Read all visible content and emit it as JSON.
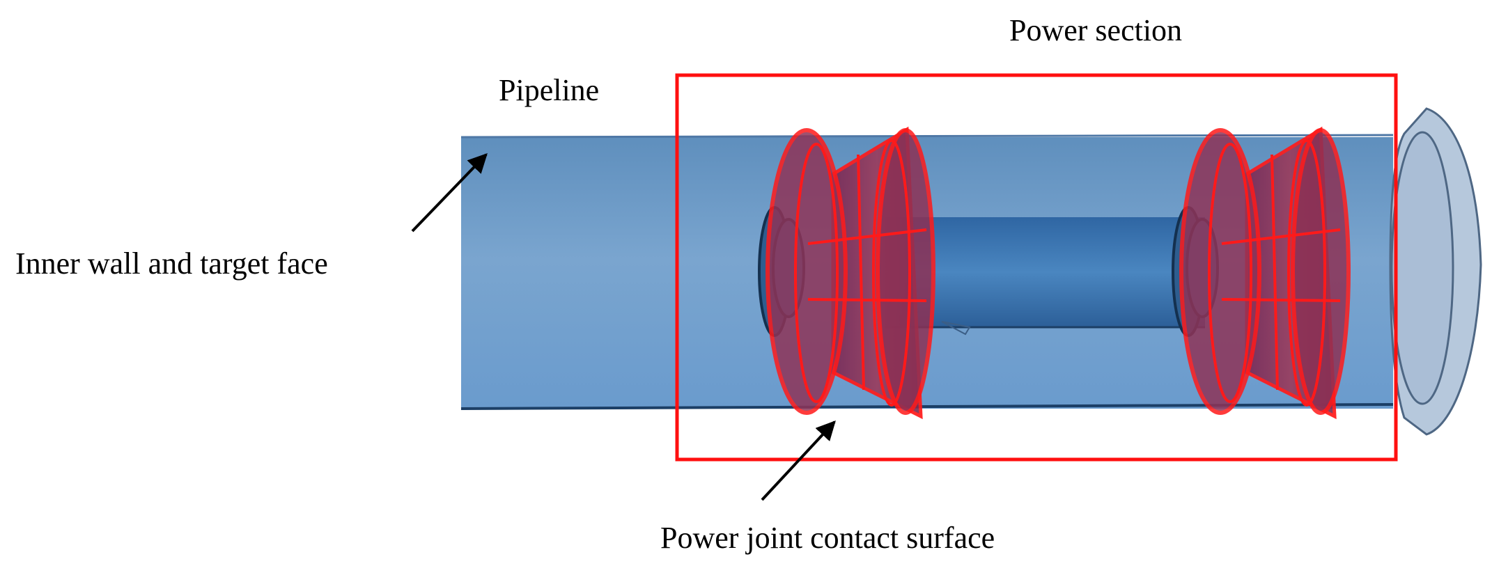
{
  "labels": {
    "power_section": "Power section",
    "pipeline": "Pipeline",
    "inner_wall": "Inner wall and target face",
    "contact_surface": "Power joint contact surface"
  },
  "colors": {
    "pipe": "#6f9cc9",
    "pipe_edge": "#1c3f66",
    "pipe_end": "#b4c6da",
    "shaft": "#3f78b2",
    "highlight": "#ff1010",
    "cup_fill": "#8a2f52",
    "arrow": "#000000",
    "background": "#ffffff"
  },
  "icons": {
    "arrow": "arrow-icon"
  }
}
